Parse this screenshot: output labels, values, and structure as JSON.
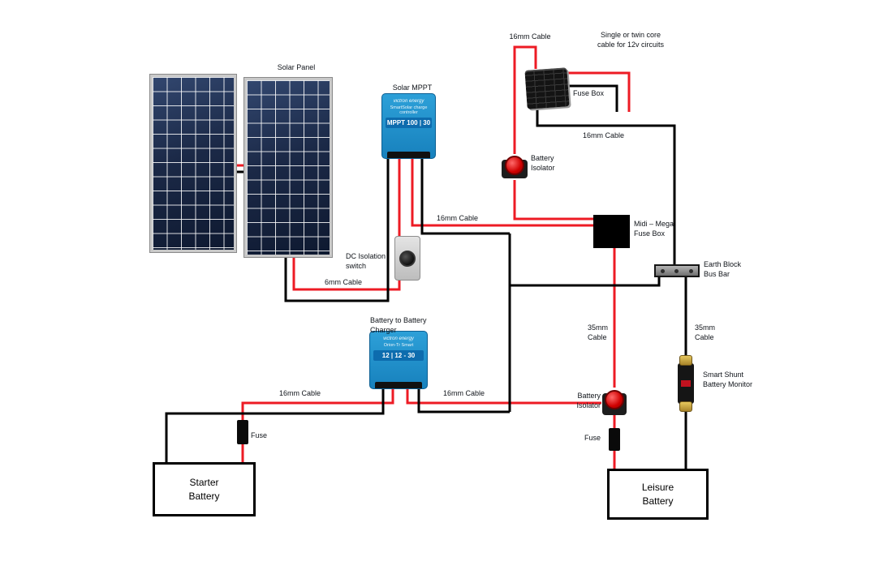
{
  "diagram": {
    "labels": {
      "solar_panel": "Solar Panel",
      "solar_mppt": "Solar MPPT",
      "fuse_box": "Fuse Box",
      "single_or_twin": "Single or twin core cable for 12v circuits",
      "battery_isolator": "Battery Isolator",
      "midi_mega_fuse_box": "Midi – Mega Fuse Box",
      "earth_block_bus_bar": "Earth Block Bus Bar",
      "dc_isolation_switch": "DC Isolation switch",
      "battery_to_battery_charger": "Battery to Battery Charger",
      "smart_shunt": "Smart Shunt Battery Monitor",
      "fuse": "Fuse",
      "starter_battery": "Starter Battery",
      "leisure_battery": "Leisure Battery"
    },
    "cables": {
      "c16": "16mm Cable",
      "c6": "6mm Cable",
      "c35": "35mm Cable"
    },
    "devices": {
      "mppt": {
        "brand": "victron energy",
        "type": "SmartSolar charge controller",
        "model": "MPPT 100 | 30"
      },
      "b2b": {
        "brand": "victron energy",
        "type": "Orion-Tr Smart",
        "model": "12 | 12 - 30"
      }
    },
    "colors": {
      "positive_wire": "#ed1b24",
      "negative_wire": "#000000",
      "victron_blue": "#1f93d0"
    }
  }
}
